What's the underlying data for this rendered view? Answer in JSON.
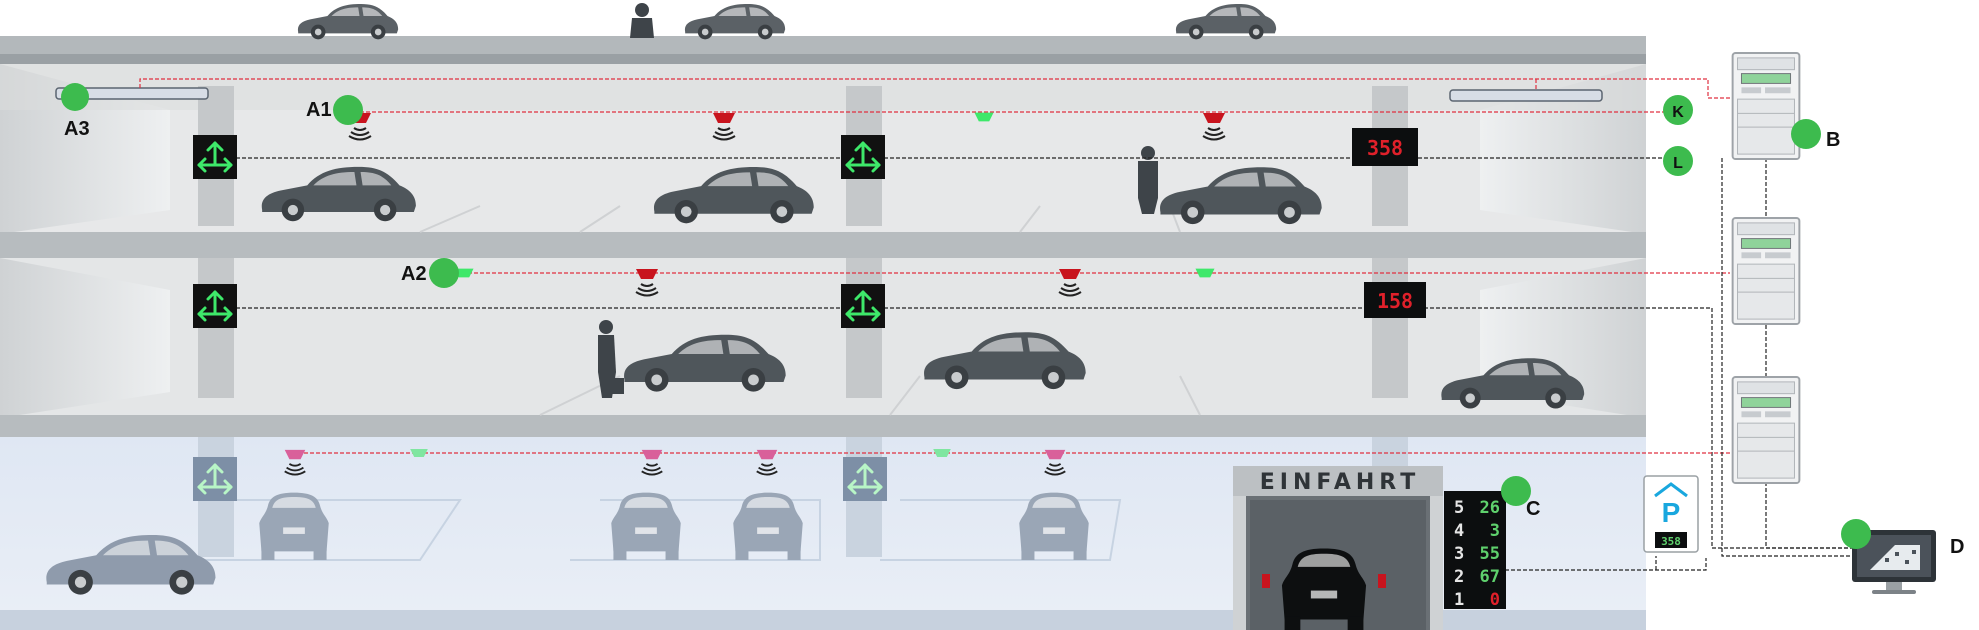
{
  "labels": {
    "a1": "A1",
    "a2": "A2",
    "a3": "A3",
    "b": "B",
    "c": "C",
    "d": "D",
    "k": "K",
    "l": "L"
  },
  "entrance_sign": "EINFAHRT",
  "level_displays": {
    "upper": "358",
    "middle": "158"
  },
  "entrance_display": {
    "levels": [
      "5",
      "4",
      "3",
      "2",
      "1"
    ],
    "counts": [
      "26",
      "3",
      "55",
      "67",
      "0"
    ]
  },
  "parking_sign": {
    "symbol": "P",
    "count": "358"
  },
  "colors": {
    "occupied": "#c8141e",
    "free": "#3ee86a",
    "marker": "#3dbb4e",
    "cable_red": "#e03040",
    "cable_black": "#222222",
    "display_green": "#5fd16d",
    "display_red": "#e0202a"
  },
  "icons": {
    "guidance_sign": "double-arrow-icon",
    "sensor": "ultrasonic-sensor-icon",
    "controller": "control-cabinet-icon",
    "workstation": "monitor-icon",
    "car": "car-icon",
    "person": "person-icon"
  }
}
